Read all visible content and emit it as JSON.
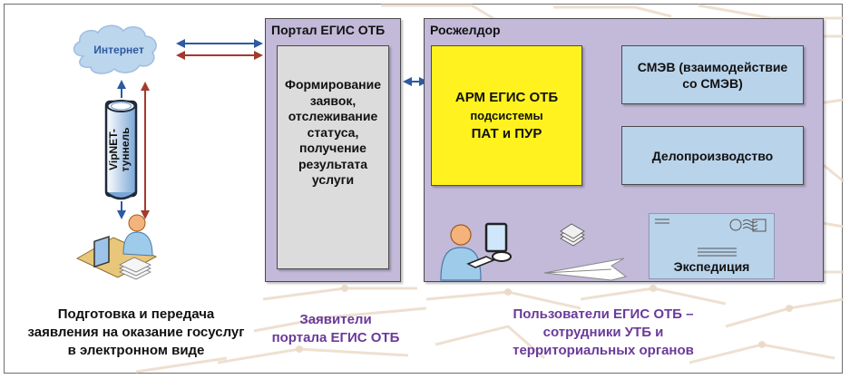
{
  "diagram": {
    "internet_label": "Интернет",
    "tunnel_label_line1": "VipNET-",
    "tunnel_label_line2": "туннель",
    "applicant_caption": [
      "Подготовка и передача",
      "заявления на оказание госуслуг",
      "в электронном виде"
    ],
    "portal": {
      "title": "Портал ЕГИС ОТБ",
      "inner_text": [
        "Формирование",
        "заявок,",
        "отслеживание",
        "статуса,",
        "получение",
        "результата",
        "услуги"
      ]
    },
    "roszheldor": {
      "title": "Росжелдор",
      "arm": [
        "АРМ ЕГИС ОТБ",
        "подсистемы",
        "ПАТ и ПУР"
      ],
      "smev": [
        "СМЭВ (взаимодействие",
        "со СМЭВ)"
      ],
      "records": "Делопроизводство",
      "expedition": "Экспедиция"
    },
    "portal_caption": [
      "Заявители",
      "портала ЕГИС ОТБ"
    ],
    "users_caption": [
      "Пользователи ЕГИС ОТБ –",
      "сотрудники  УТБ и",
      "территориальных органов"
    ]
  },
  "colors": {
    "blue_arrow": "#2d5aa0",
    "red_arrow": "#a33a2e",
    "purple_box": "#c3b9d9",
    "gray_box": "#dcdcdc",
    "yellow_box": "#fff21f",
    "light_blue_box": "#b9d3ea",
    "caption_purple": "#6a3a9a",
    "cloud": "#bcd6ee"
  }
}
